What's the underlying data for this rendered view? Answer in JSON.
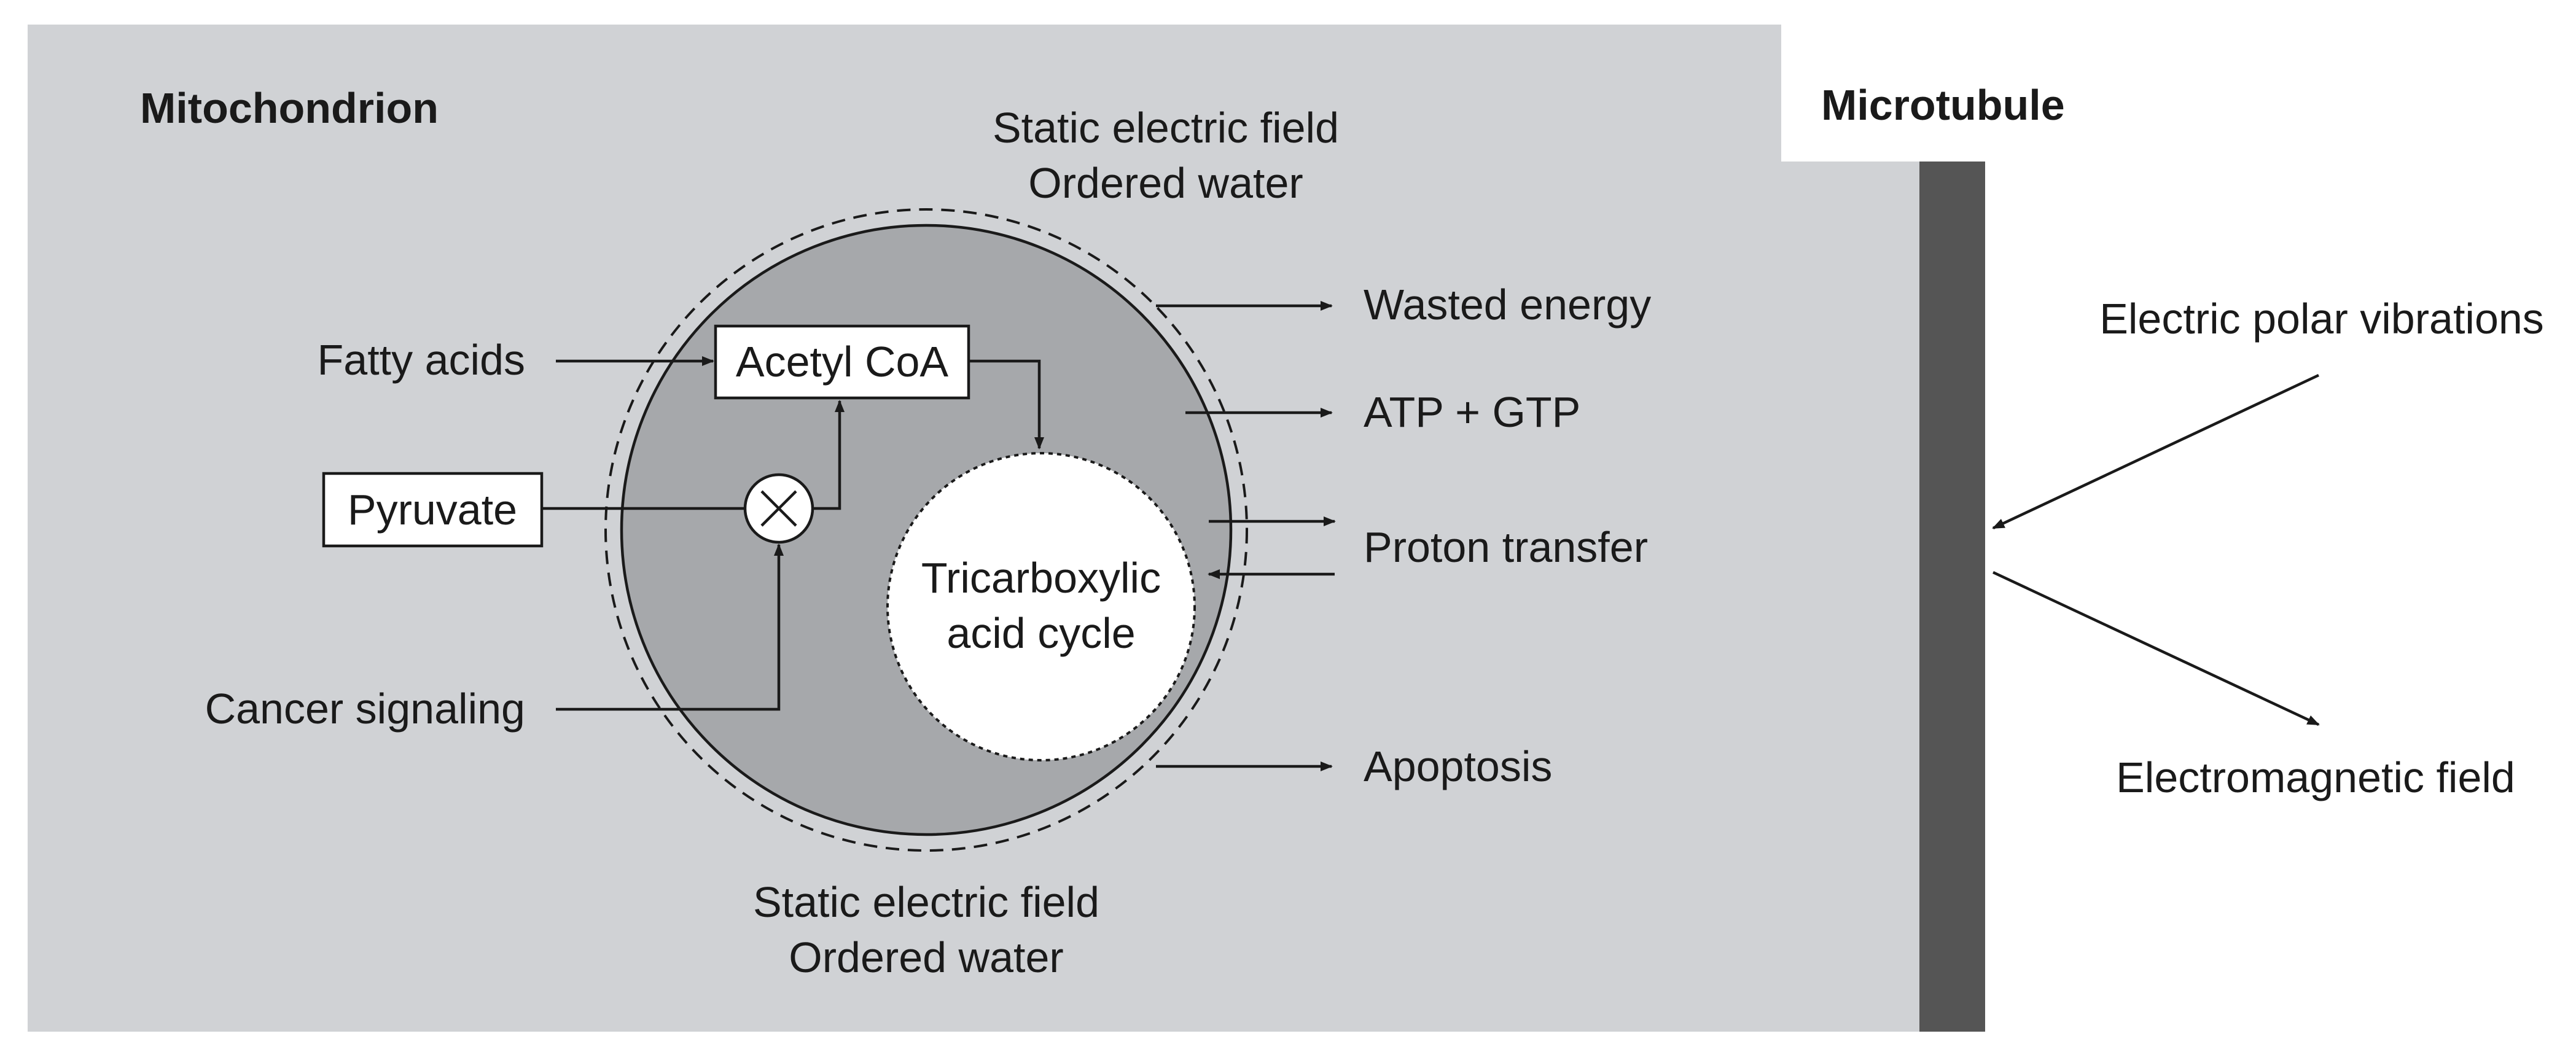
{
  "titles": {
    "mitochondrion": "Mitochondrion",
    "microtubule": "Microtubule"
  },
  "field_top": {
    "line1": "Static electric field",
    "line2": "Ordered water"
  },
  "field_bottom": {
    "line1": "Static electric field",
    "line2": "Ordered water"
  },
  "inputs": {
    "fatty_acids": "Fatty acids",
    "pyruvate": "Pyruvate",
    "cancer_signaling": "Cancer signaling"
  },
  "acetyl_coa": "Acetyl CoA",
  "tca": {
    "line1": "Tricarboxylic",
    "line2": "acid cycle"
  },
  "outputs": {
    "wasted_energy": "Wasted energy",
    "atp_gtp": "ATP + GTP",
    "proton_transfer": "Proton transfer",
    "apoptosis": "Apoptosis"
  },
  "microtubule_labels": {
    "polar_vibrations": "Electric polar vibrations",
    "em_field": "Electromagnetic field"
  },
  "colors": {
    "background_panel": "#d0d2d5",
    "mitochondrion_fill": "#a6a8ab",
    "microtubule_bar": "#555555",
    "tca_fill": "#ffffff",
    "ink": "#1a1a1a"
  }
}
